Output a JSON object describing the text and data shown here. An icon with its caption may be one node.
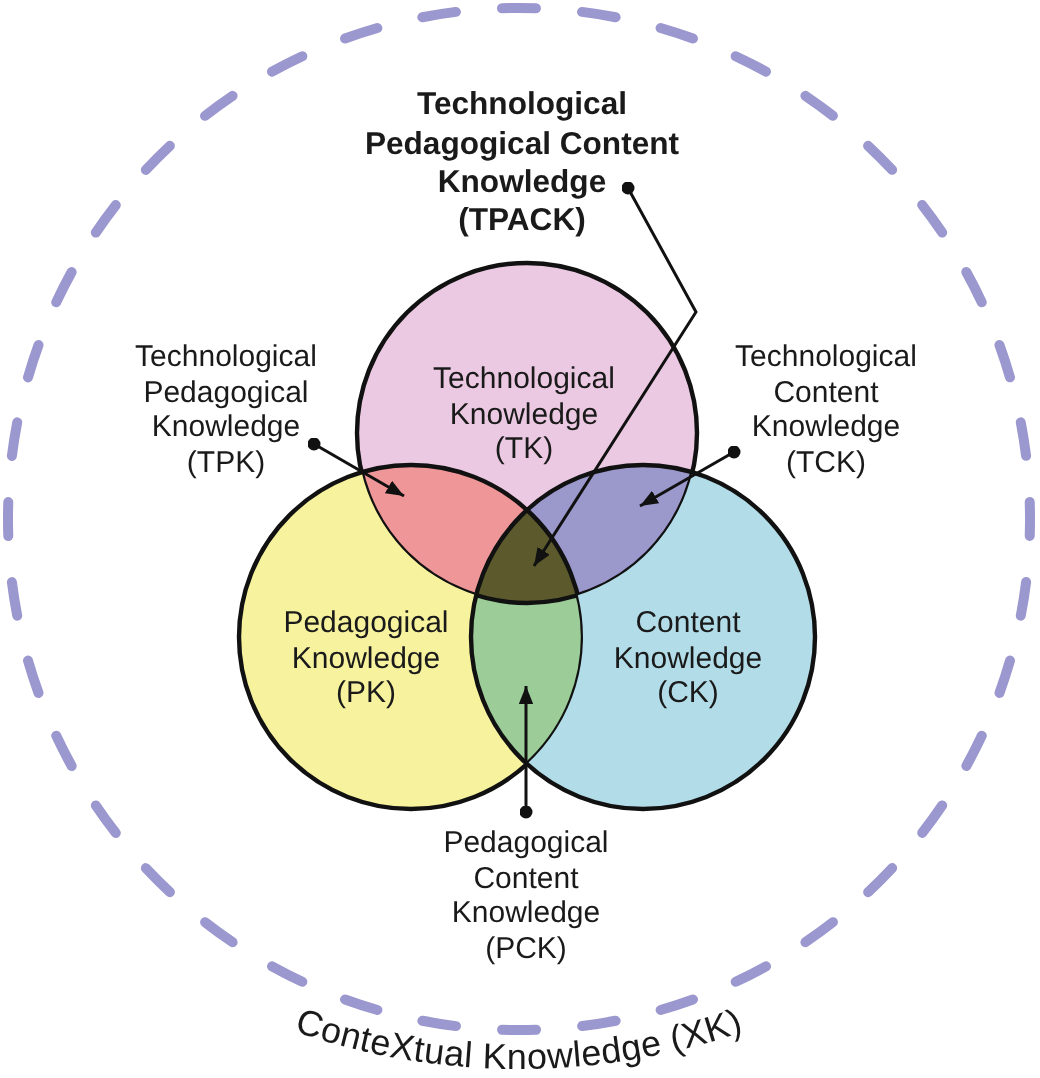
{
  "diagram": {
    "nodes": [
      {
        "text": [
          "ConteXtual Knowledge (XK)"
        ]
      },
      {
        "text": [
          "Technological Pedagogical Content Knowledge (TPACK)"
        ],
        "in": 0
      },
      {
        "text": [
          "Technological Knowledge (TK)"
        ],
        "in": 0
      },
      {
        "text": [
          "Technological Pedagogical Knowledge (TPK)"
        ],
        "in": 0
      },
      {
        "text": [
          "Technological Content Knowledge (TCK)"
        ],
        "in": 0
      },
      {
        "text": [
          "Pedagogical Knowledge (PK)"
        ],
        "in": 0
      },
      {
        "text": [
          "Content Knowledge (CK)"
        ],
        "in": 0
      },
      {
        "text": [
          "Pedagogical Content Knowledge (PCK)"
        ],
        "in": 0
      },
      {
        "text": [],
        "shape": "triangle"
      },
      {
        "text": [],
        "shape": "triangle"
      },
      {
        "text": [],
        "shape": "triangle"
      },
      {
        "text": [],
        "shape": "triangle"
      }
    ],
    "edges": [
      {
        "from": 1,
        "to": 10,
        "arrow": "to"
      },
      {
        "from": 3,
        "to": 8,
        "arrow": "to"
      },
      {
        "from": 4,
        "to": 9,
        "arrow": "to"
      },
      {
        "from": 7,
        "to": 11,
        "arrow": "to"
      }
    ]
  }
}
